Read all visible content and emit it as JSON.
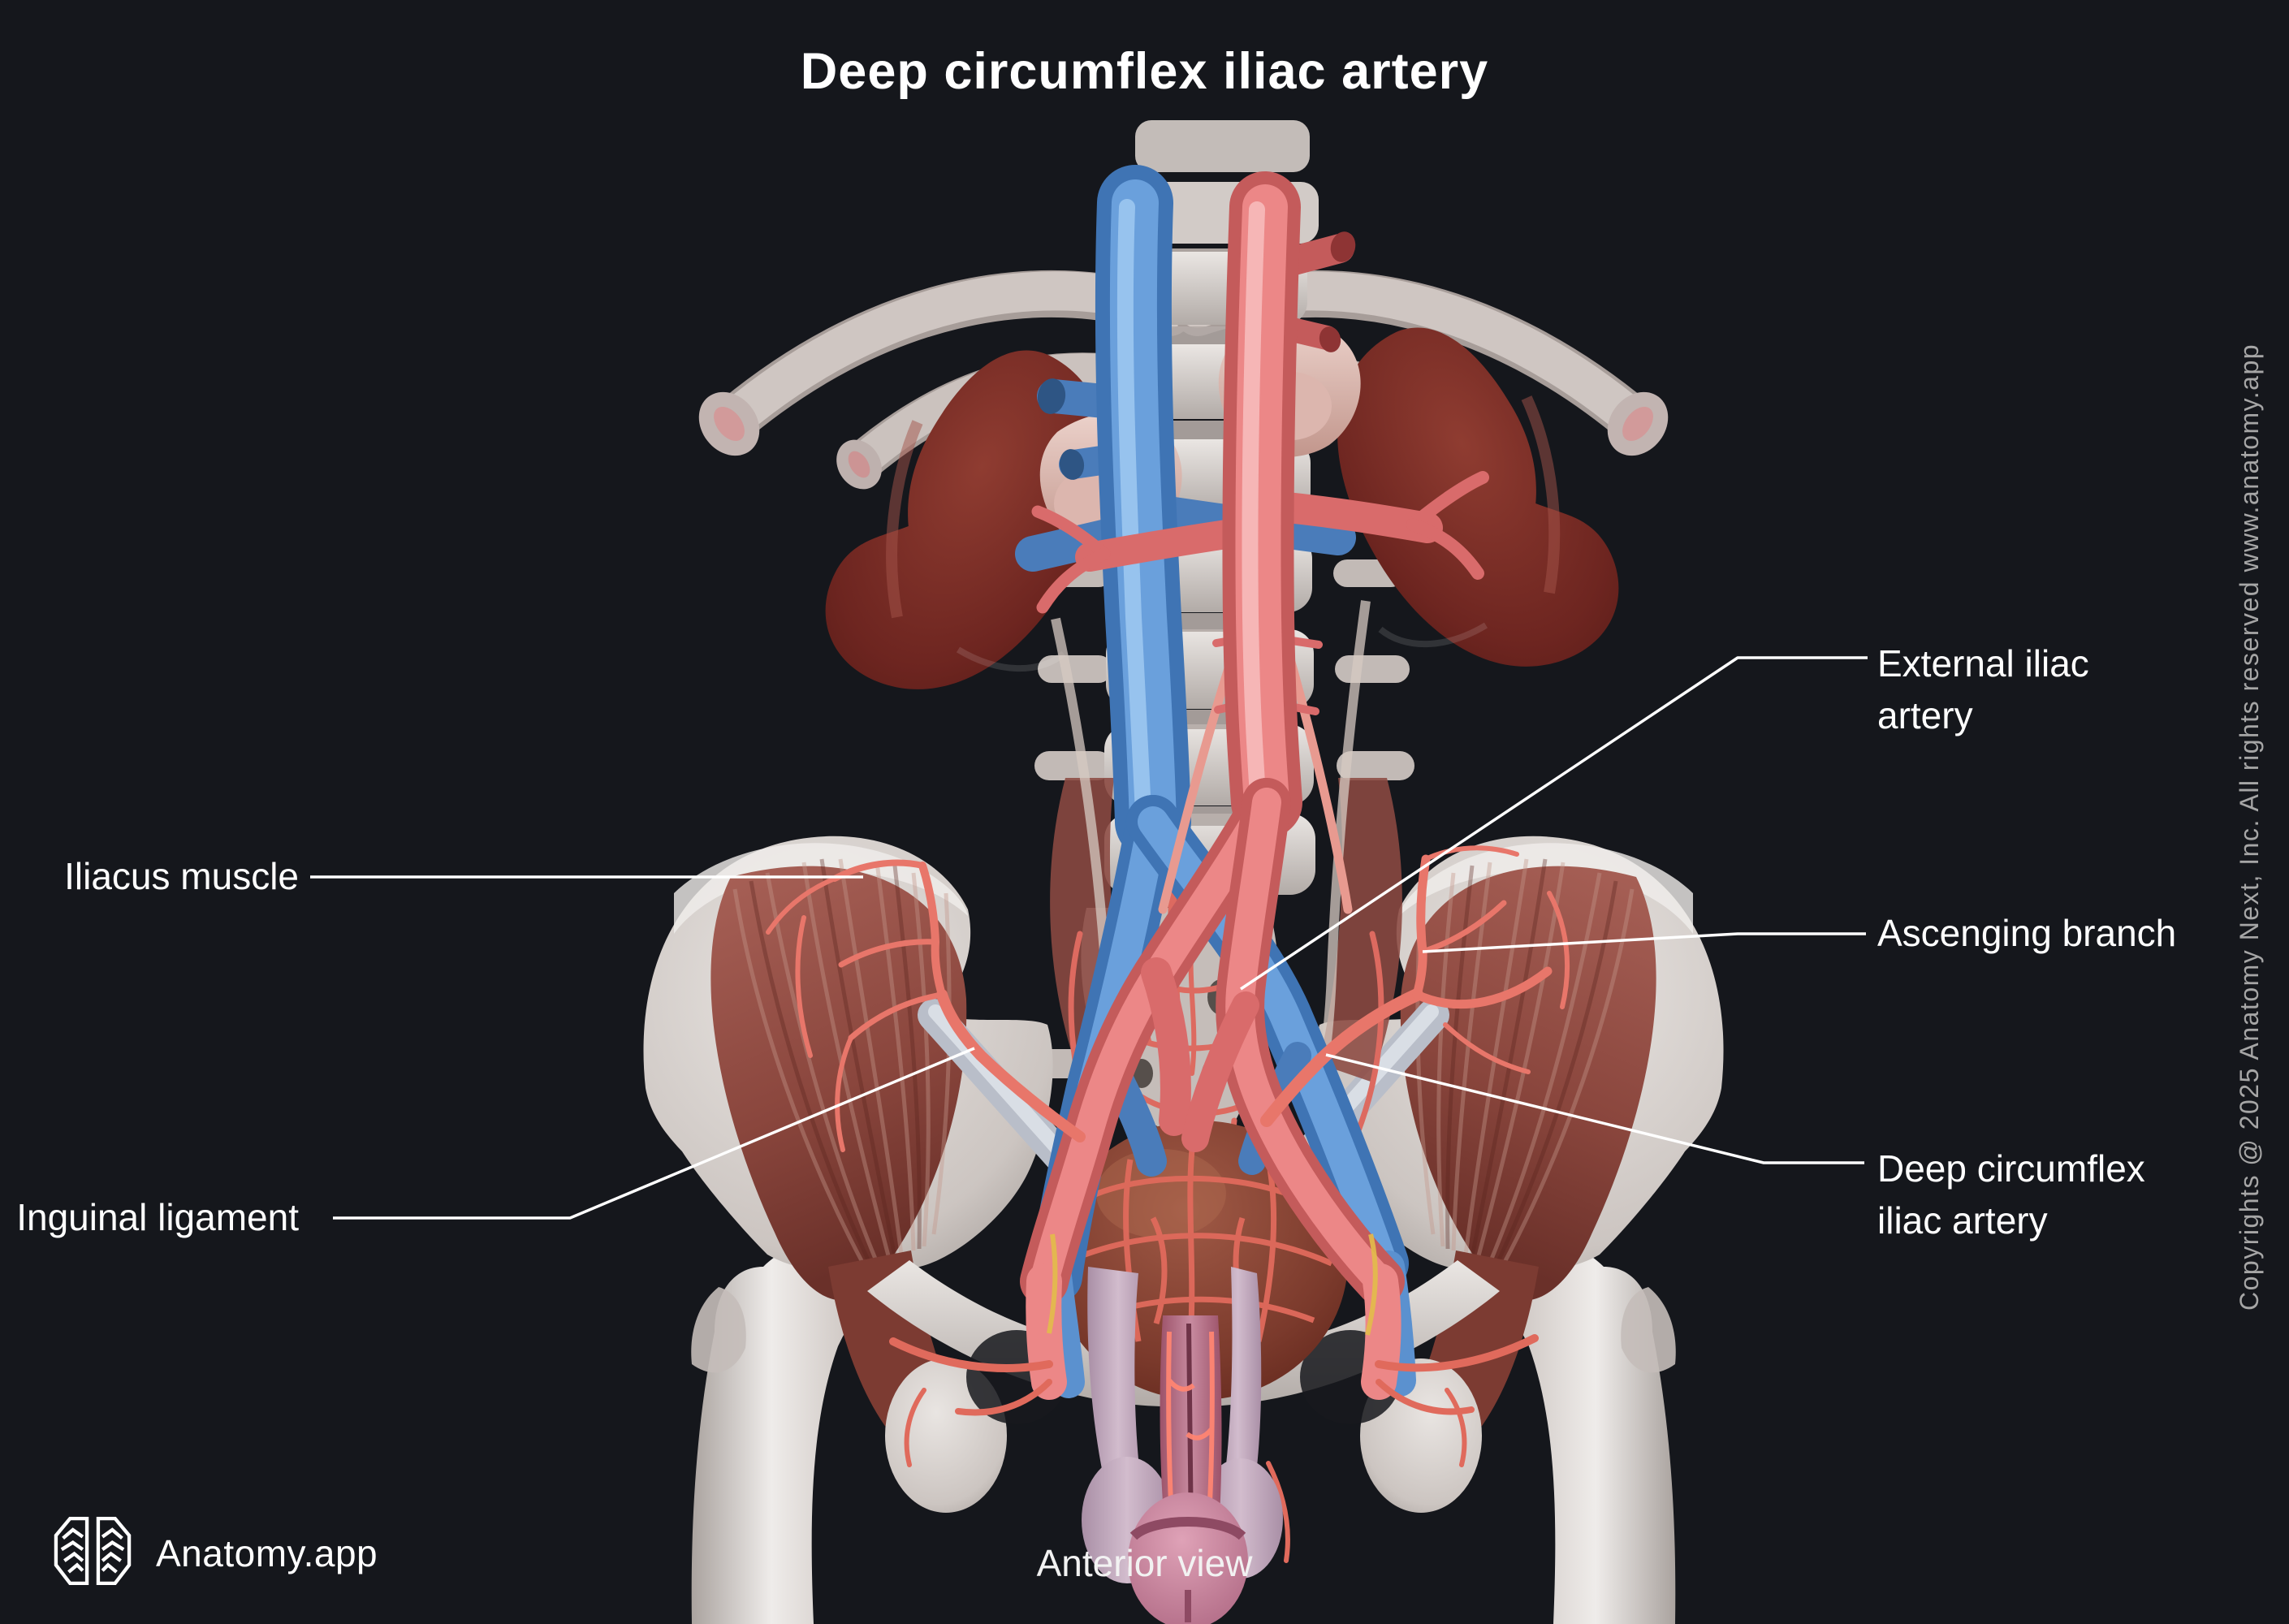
{
  "title": "Deep circumflex iliac artery",
  "caption": "Anterior view",
  "brand": {
    "name": "Anatomy.app",
    "icon": "brain-logo-icon"
  },
  "copyright": "Copyrights @ 2025 Anatomy Next, Inc. All rights reserved www.anatomy.app",
  "labels": {
    "iliacus": "Iliacus muscle",
    "inguinal": "Inguinal ligament",
    "external_iliac": "External iliac\nartery",
    "ascending": "Ascenging branch",
    "dcia": "Deep circumflex\niliac artery"
  },
  "colors": {
    "background": "#15171c",
    "label_text": "#ffffff",
    "leader_line": "#ffffff",
    "copyright_text": "#a6a6a6",
    "artery_red": "#ec8585",
    "vein_blue": "#6aa0dc",
    "bone": "#d6d0cc",
    "muscle": "#9b5a50",
    "kidney": "#6d2520",
    "bladder": "#7b3a2c"
  }
}
